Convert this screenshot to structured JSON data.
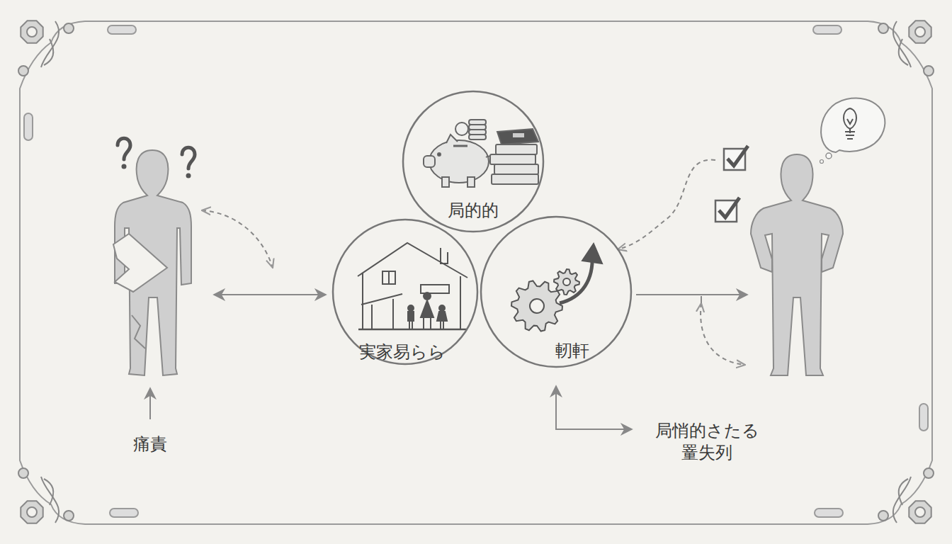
{
  "diagram": {
    "nodes": [
      {
        "text": [
          "局的的"
        ]
      },
      {
        "text": [
          "実家易らら"
        ]
      },
      {
        "text": [
          "軔軒"
        ]
      }
    ],
    "labels": [
      "痛責",
      "局悄的さたる 罿失列"
    ]
  }
}
